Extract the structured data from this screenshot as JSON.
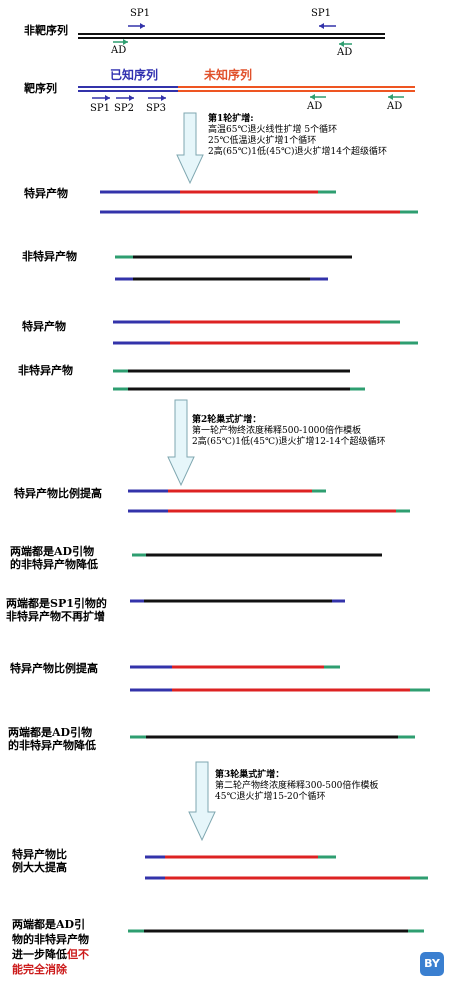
{
  "header": {
    "nontarget_label": "非靶序列",
    "target_label": "靶序列",
    "known_label": "已知序列",
    "unknown_label": "未知序列",
    "sp1_top_a": "SP1",
    "sp1_top_b": "SP1",
    "ad_top_a": "AD",
    "ad_top_b": "AD",
    "sp1": "SP1",
    "sp2": "SP2",
    "sp3": "SP3",
    "ad_mid_a": "AD",
    "ad_mid_b": "AD"
  },
  "round1": {
    "title": "第1轮扩增:",
    "lines": [
      "高温65℃退火线性扩增 5个循环",
      "25℃低温退火扩增1个循环",
      "2高(65℃)1低(45℃)退火扩增14个超级循环"
    ]
  },
  "round2": {
    "title": "第2轮巢式扩增：",
    "lines": [
      "第一轮产物终浓度稀释500-1000倍作模板",
      "2高(65℃)1低(45℃)退火扩增12-14个超级循环"
    ]
  },
  "round3": {
    "title": "第3轮巢式扩增：",
    "lines": [
      "第二轮产物终浓度稀释300-500倍作模板",
      "45℃退火扩增15-20个循环"
    ]
  },
  "labels": {
    "specific_1": "特异产物",
    "nonspecific_1": "非特异产物",
    "specific_2": "特异产物",
    "nonspecific_2": "非特异产物",
    "ratio_up_1": "特异产物比例提高",
    "ad_both_1a": "两端都是AD引物",
    "ad_both_1b": "的非特异产物降低",
    "sp1_both_a": "两端都是SP1引物的",
    "sp1_both_b": "非特异产物不再扩增",
    "ratio_up_2": "特异产物比例提高",
    "ad_both_2a": "两端都是AD引物",
    "ad_both_2b": "的非特异产物降低",
    "ratio_big_a": "特异产物比",
    "ratio_big_b": "例大大提高",
    "final_a": "两端都是AD引",
    "final_b": "物的非特异产物",
    "final_c": "进一步降低",
    "final_c_red": "但不",
    "final_d_red": "能完全消除"
  },
  "badge": "BY",
  "colors": {
    "known": "#3333aa",
    "unknown": "#dd2222",
    "nonspecific": "#111111",
    "ad_end": "#2e9e70",
    "unknown_top": "#ee5522",
    "arrow_fill": "#e6f6fa",
    "arrow_stroke": "#7fa7b0"
  }
}
